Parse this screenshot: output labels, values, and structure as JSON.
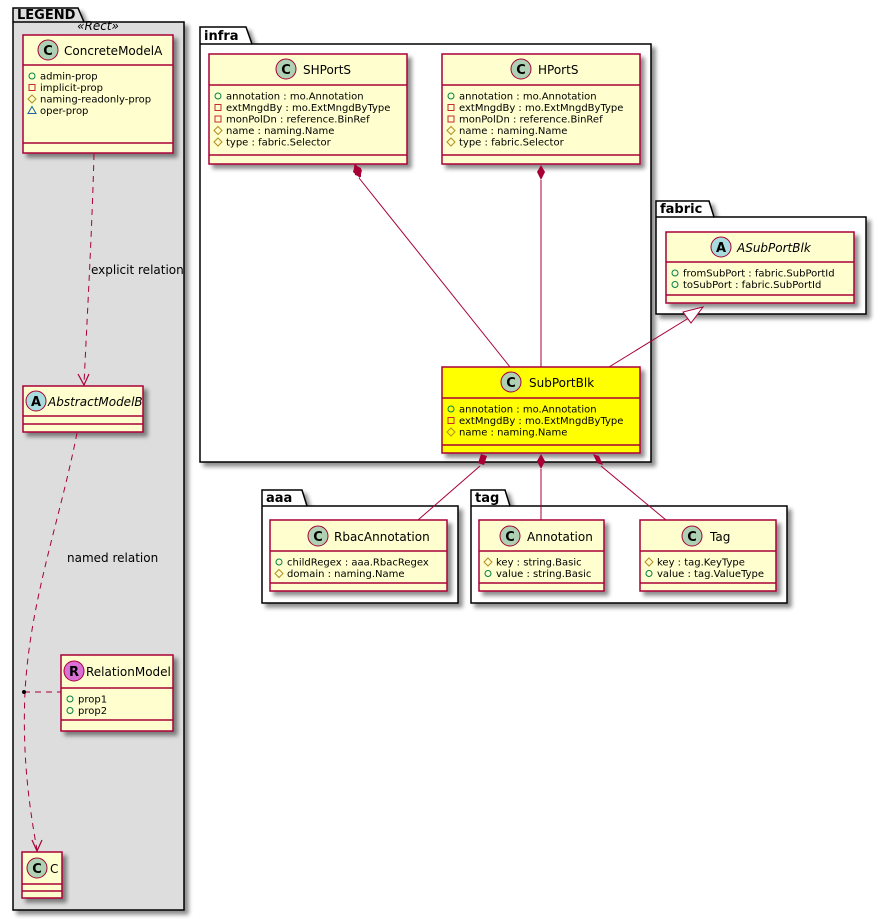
{
  "colors": {
    "class_fill": "#fefece",
    "class_border": "#a80036",
    "highlight_fill": "#ffff00",
    "legend_bg": "#dddddd",
    "relation": "#a80036",
    "circle_c": "#add1b2",
    "circle_a": "#a9dcdf",
    "circle_r": "#da70d6",
    "vis_public": "#038048",
    "vis_private": "#c82930",
    "vis_protected": "#b38d22",
    "vis_package": "#1963a0"
  },
  "legend": {
    "package_name": "LEGEND",
    "stereotype": "«Rect»",
    "concrete": {
      "letter": "C",
      "name": "ConcreteModelA",
      "attrs": [
        {
          "vis": "public",
          "text": "admin-prop"
        },
        {
          "vis": "private",
          "text": "implicit-prop"
        },
        {
          "vis": "protected",
          "text": "naming-readonly-prop"
        },
        {
          "vis": "package",
          "text": "oper-prop"
        }
      ]
    },
    "abstract": {
      "letter": "A",
      "name": "AbstractModelB"
    },
    "relation_model": {
      "letter": "R",
      "name": "RelationModel",
      "attrs": [
        {
          "vis": "public",
          "text": "prop1"
        },
        {
          "vis": "public",
          "text": "prop2"
        }
      ]
    },
    "c_class": {
      "letter": "C",
      "name": "C"
    },
    "explicit_label": "explicit relation",
    "named_label": "named relation"
  },
  "packages": {
    "infra": "infra",
    "fabric": "fabric",
    "aaa": "aaa",
    "tag": "tag"
  },
  "classes": {
    "shports": {
      "letter": "C",
      "name": "SHPortS",
      "attrs": [
        {
          "vis": "public",
          "text": "annotation : mo.Annotation"
        },
        {
          "vis": "private",
          "text": "extMngdBy : mo.ExtMngdByType"
        },
        {
          "vis": "private",
          "text": "monPolDn : reference.BinRef"
        },
        {
          "vis": "protected",
          "text": "name : naming.Name"
        },
        {
          "vis": "protected",
          "text": "type : fabric.Selector"
        }
      ]
    },
    "hports": {
      "letter": "C",
      "name": "HPortS",
      "attrs": [
        {
          "vis": "public",
          "text": "annotation : mo.Annotation"
        },
        {
          "vis": "private",
          "text": "extMngdBy : mo.ExtMngdByType"
        },
        {
          "vis": "private",
          "text": "monPolDn : reference.BinRef"
        },
        {
          "vis": "protected",
          "text": "name : naming.Name"
        },
        {
          "vis": "protected",
          "text": "type : fabric.Selector"
        }
      ]
    },
    "asubportblk": {
      "letter": "A",
      "name": "ASubPortBlk",
      "attrs": [
        {
          "vis": "public",
          "text": "fromSubPort : fabric.SubPortId"
        },
        {
          "vis": "public",
          "text": "toSubPort : fabric.SubPortId"
        }
      ]
    },
    "subportblk": {
      "letter": "C",
      "name": "SubPortBlk",
      "attrs": [
        {
          "vis": "public",
          "text": "annotation : mo.Annotation"
        },
        {
          "vis": "private",
          "text": "extMngdBy : mo.ExtMngdByType"
        },
        {
          "vis": "protected",
          "text": "name : naming.Name"
        }
      ]
    },
    "rbacannotation": {
      "letter": "C",
      "name": "RbacAnnotation",
      "attrs": [
        {
          "vis": "public",
          "text": "childRegex : aaa.RbacRegex"
        },
        {
          "vis": "protected",
          "text": "domain : naming.Name"
        }
      ]
    },
    "annotation": {
      "letter": "C",
      "name": "Annotation",
      "attrs": [
        {
          "vis": "protected",
          "text": "key : string.Basic"
        },
        {
          "vis": "public",
          "text": "value : string.Basic"
        }
      ]
    },
    "tag": {
      "letter": "C",
      "name": "Tag",
      "attrs": [
        {
          "vis": "protected",
          "text": "key : tag.KeyType"
        },
        {
          "vis": "public",
          "text": "value : tag.ValueType"
        }
      ]
    }
  }
}
